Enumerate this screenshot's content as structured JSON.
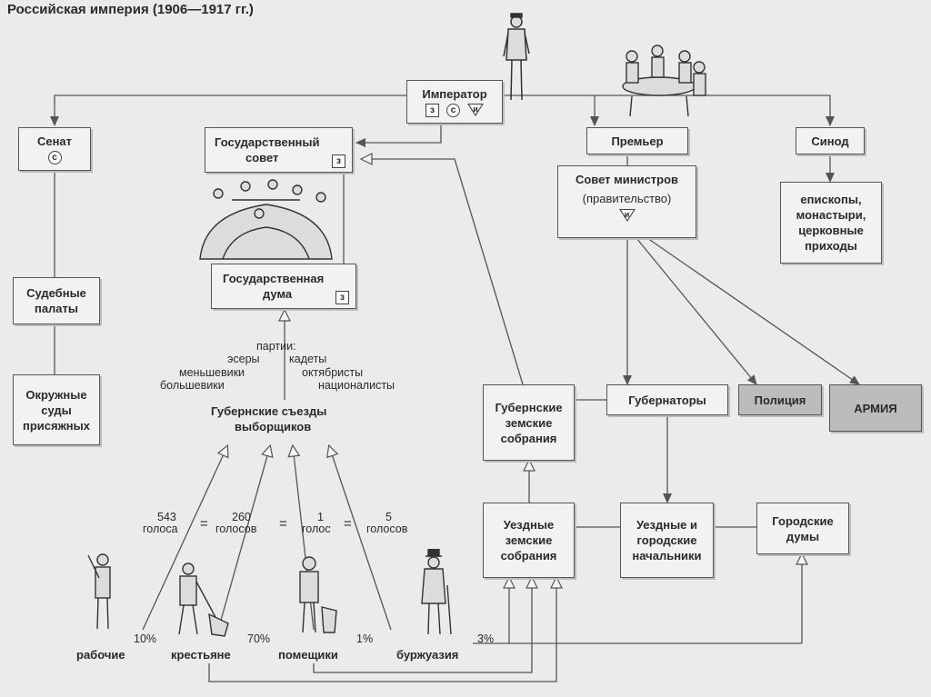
{
  "title": "Российская империя (1906—1917 гг.)",
  "badges": {
    "z": "з",
    "s": "с",
    "i": "и"
  },
  "boxes": {
    "emperor": "Император",
    "senate": "Сенат",
    "state_council": [
      "Государственный",
      "совет"
    ],
    "state_duma": [
      "Государственная",
      "дума"
    ],
    "premier": "Премьер",
    "council_of_ministers": "Совет министров",
    "government": "(правительство)",
    "synod": "Синод",
    "synod_subjects": [
      "епископы,",
      "монастыри,",
      "церковные",
      "приходы"
    ],
    "judicial_chambers": [
      "Судебные",
      "палаты"
    ],
    "district_courts": [
      "Окружные",
      "суды",
      "присяжных"
    ],
    "provincial_zemstvo": [
      "Губернские",
      "земские",
      "собрания"
    ],
    "governors": "Губернаторы",
    "police": "Полиция",
    "army": "АРМИЯ",
    "uezd_zemstvo": [
      "Уездные",
      "земские",
      "собрания"
    ],
    "uezd_chiefs": [
      "Уездные и",
      "городские",
      "начальники"
    ],
    "city_dumas": [
      "Городские",
      "думы"
    ]
  },
  "parties": {
    "header": "партии:",
    "items": [
      "эсеры",
      "кадеты",
      "меньшевики",
      "октябристы",
      "большевики",
      "националисты"
    ]
  },
  "electors": [
    "Губернские съезды",
    "выборщиков"
  ],
  "quota": {
    "values": [
      "543",
      "260",
      "1",
      "5"
    ],
    "units": [
      "голоса",
      "голосов",
      "голос",
      "голосов"
    ],
    "eq": "="
  },
  "classes": [
    {
      "name": "рабочие",
      "percent": "10%"
    },
    {
      "name": "крестьяне",
      "percent": "70%"
    },
    {
      "name": "помещики",
      "percent": "1%"
    },
    {
      "name": "буржуазия",
      "percent": "3%"
    }
  ]
}
